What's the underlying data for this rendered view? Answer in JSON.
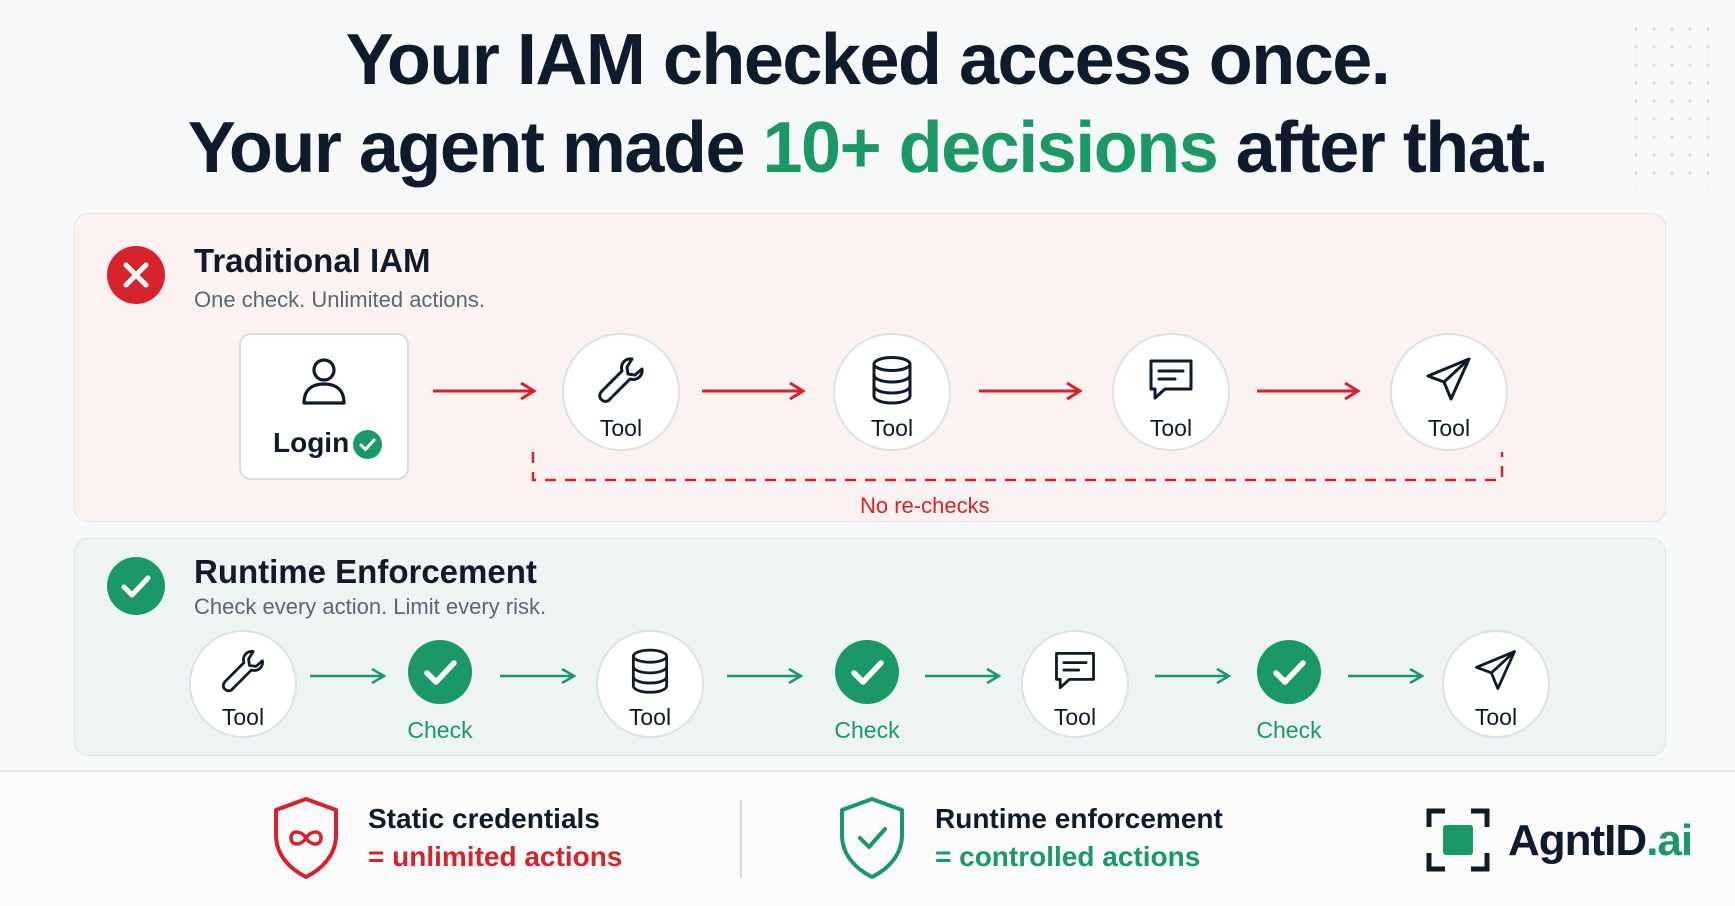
{
  "headline": {
    "line1": "Your IAM checked access once.",
    "line2_before": "Your agent made ",
    "line2_accent": "10+ decisions",
    "line2_after": " after that."
  },
  "traditional": {
    "title": "Traditional IAM",
    "subtitle": "One check. Unlimited actions.",
    "login_label": "Login",
    "tools": [
      {
        "icon": "wrench-icon",
        "label": "Tool"
      },
      {
        "icon": "database-icon",
        "label": "Tool"
      },
      {
        "icon": "chat-icon",
        "label": "Tool"
      },
      {
        "icon": "send-icon",
        "label": "Tool"
      }
    ],
    "no_rechecks": "No re-checks"
  },
  "runtime": {
    "title": "Runtime Enforcement",
    "subtitle": "Check every action. Limit every risk.",
    "tools": [
      {
        "icon": "wrench-icon",
        "label": "Tool"
      },
      {
        "icon": "database-icon",
        "label": "Tool"
      },
      {
        "icon": "chat-icon",
        "label": "Tool"
      },
      {
        "icon": "send-icon",
        "label": "Tool"
      }
    ],
    "check_label": "Check"
  },
  "footer": {
    "static_title": "Static credentials",
    "static_sub": "= unlimited actions",
    "runtime_title": "Runtime enforcement",
    "runtime_sub": "= controlled actions",
    "logo_name": "AgntID",
    "logo_tld": ".ai"
  },
  "colors": {
    "accent_green": "#1a9966",
    "alert_red": "#d6232b",
    "ink": "#0f1b2d"
  }
}
